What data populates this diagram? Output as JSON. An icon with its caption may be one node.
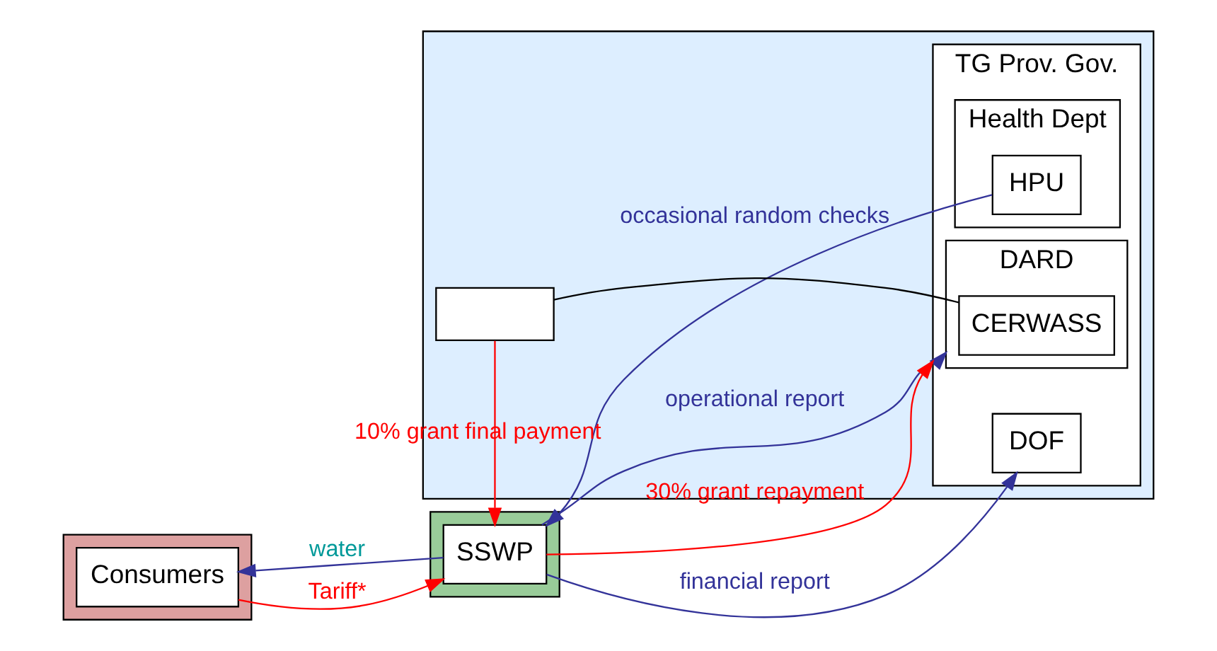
{
  "diagram": {
    "nodes": [
      {
        "text": [],
        "shape": "box"
      },
      {
        "text": [
          "TG Prov. Gov."
        ],
        "in": 0
      },
      {
        "text": [
          "DARD"
        ],
        "in": 1
      },
      {
        "text": [
          "CERWASS"
        ],
        "in": 2
      },
      {
        "text": [
          "Health Dept"
        ],
        "in": 1
      },
      {
        "text": [
          "HPU"
        ],
        "in": 4
      },
      {
        "text": [
          "DOF"
        ],
        "in": 1
      },
      {
        "text": [],
        "shape": "box",
        "in": 0
      },
      {
        "text": [],
        "shape": "box"
      },
      {
        "text": [
          "SSWP"
        ],
        "in": 8
      },
      {
        "text": [],
        "shape": "box"
      },
      {
        "text": [
          "Consumers"
        ],
        "in": 10
      }
    ],
    "edges": [
      {
        "from": 9,
        "to": 2,
        "arrow": "to",
        "label": "operational report"
      },
      {
        "from": 9,
        "to": 1,
        "arrow": "to",
        "label": "30% grant repayment",
        "color": "#ff0000"
      },
      {
        "from": 7,
        "to": 3,
        "arrow": "none",
        "color": "#000000"
      },
      {
        "from": 7,
        "to": 9,
        "arrow": "to",
        "label": "10% grant final payment",
        "color": "#ff0000"
      },
      {
        "from": 5,
        "to": 9,
        "arrow": "to",
        "label": "occasional random checks"
      },
      {
        "from": 9,
        "to": 6,
        "arrow": "to",
        "label": "financial report"
      },
      {
        "from": 9,
        "to": 11,
        "arrow": "to",
        "label": "water"
      },
      {
        "from": 11,
        "to": 9,
        "arrow": "to",
        "label": "Tariff*",
        "color": "#ff0000"
      }
    ]
  }
}
